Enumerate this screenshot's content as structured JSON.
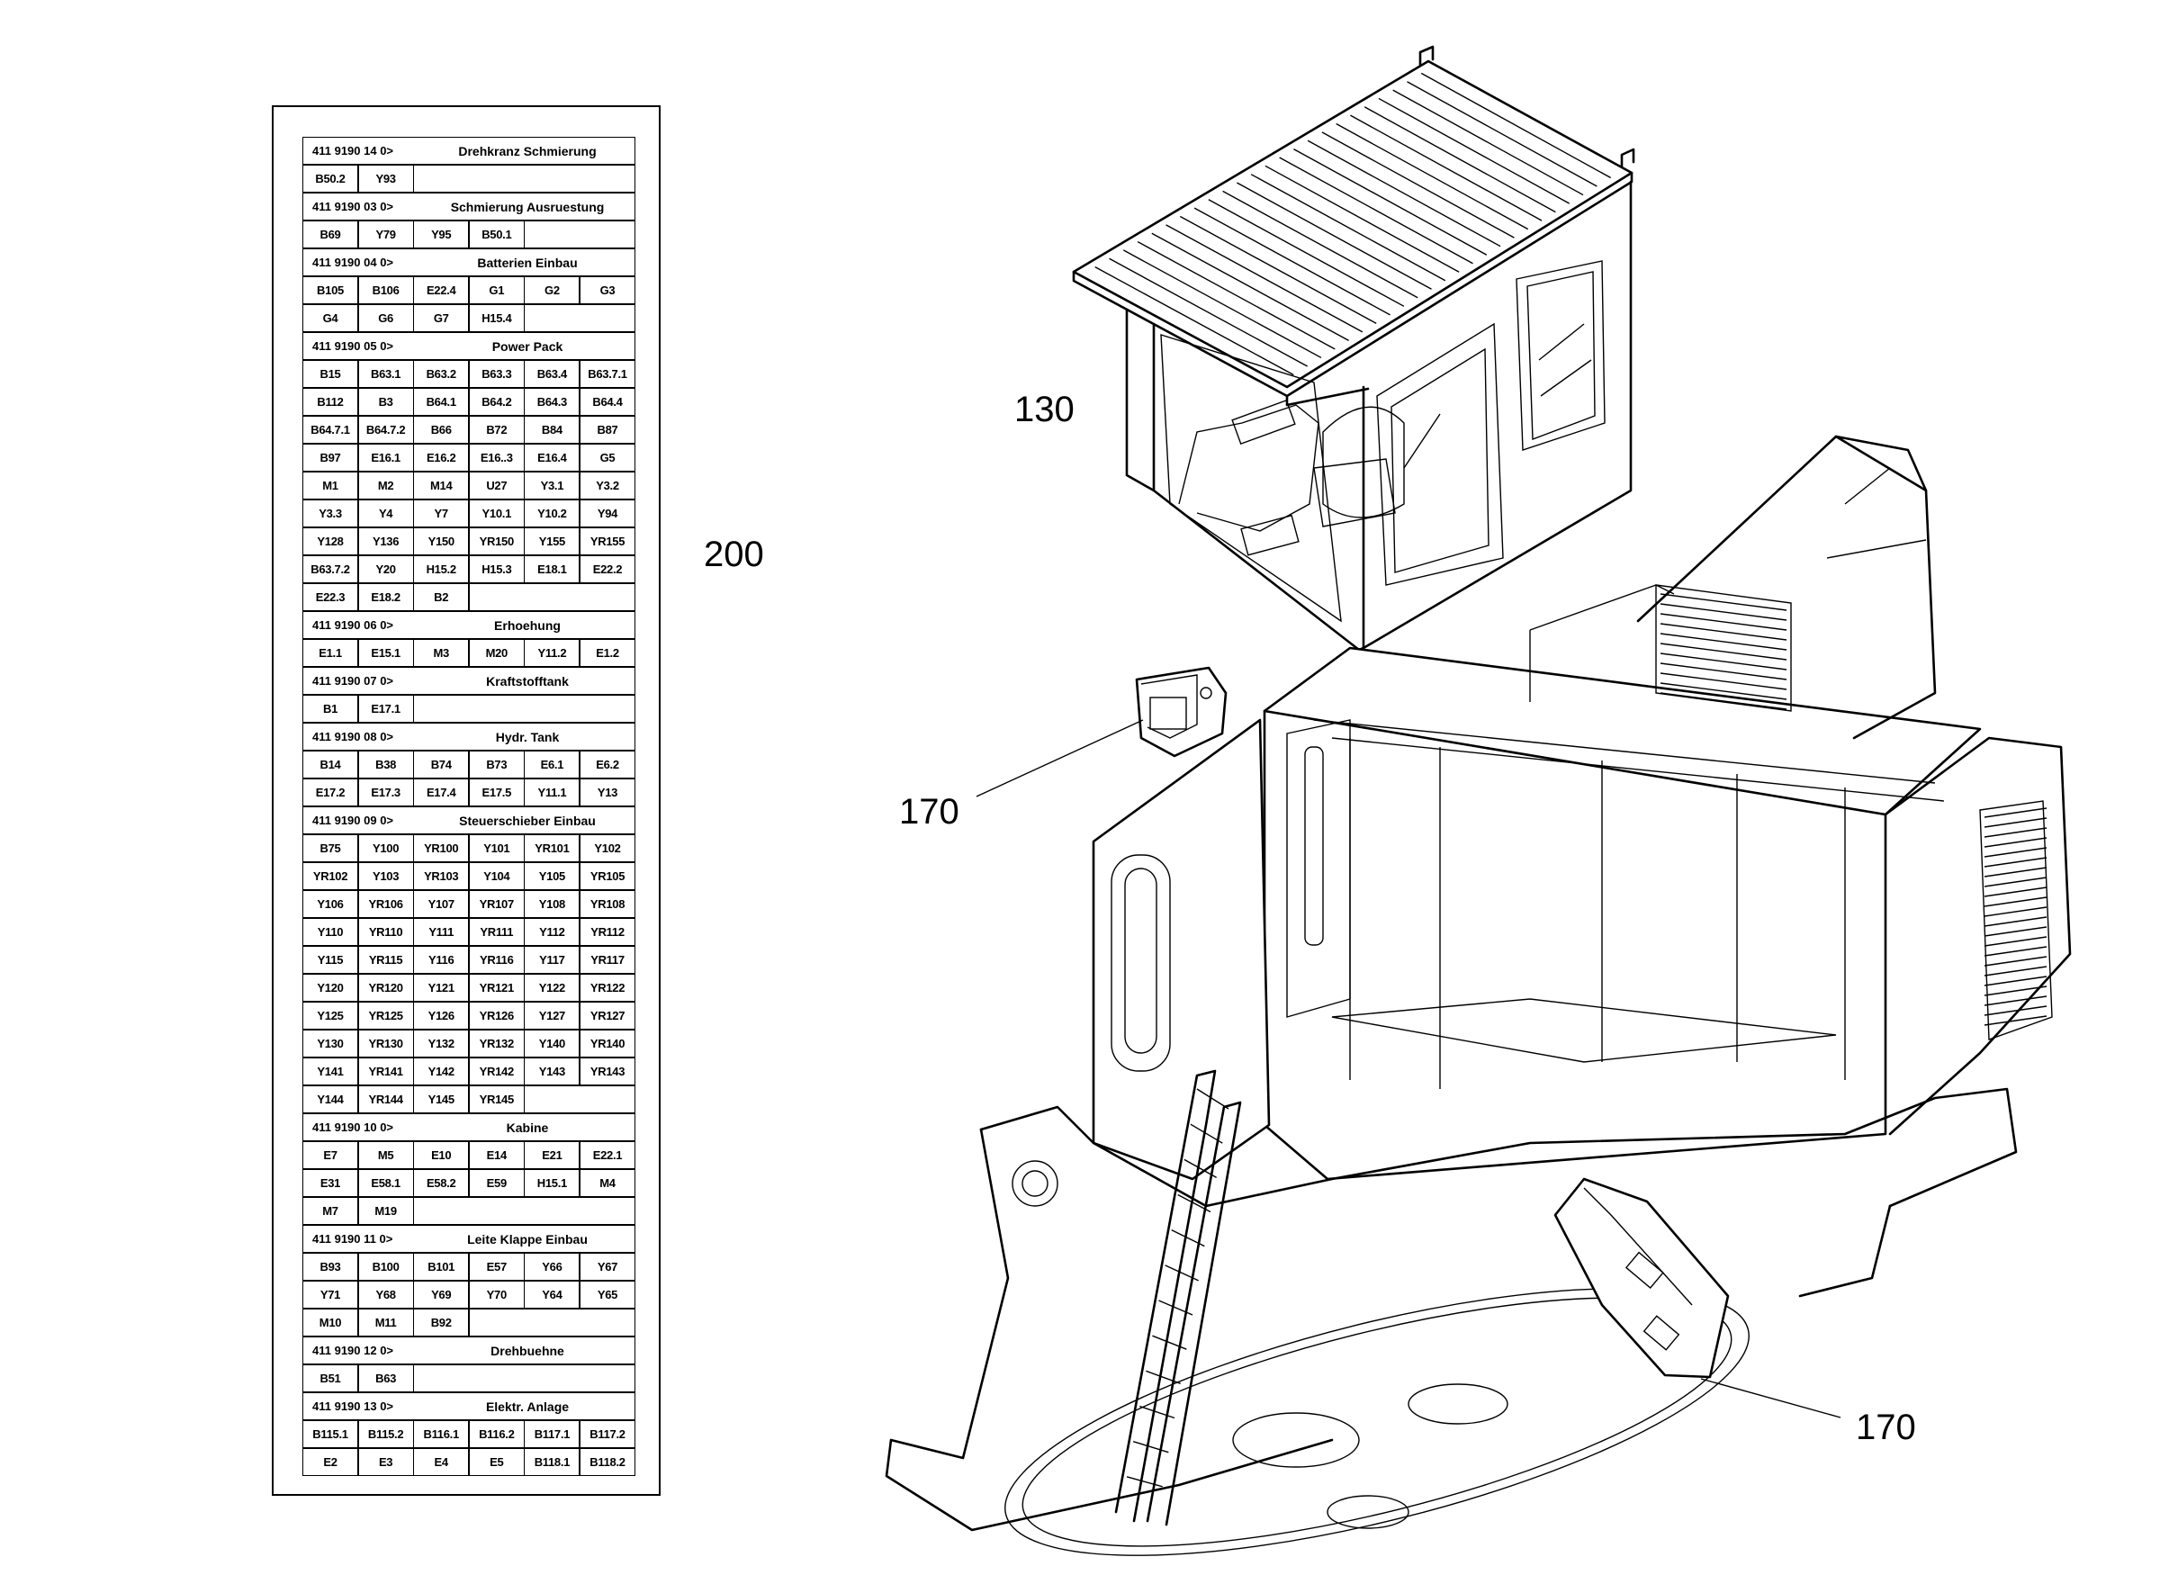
{
  "callouts": {
    "c130": "130",
    "c200": "200",
    "c170a": "170",
    "c170b": "170"
  },
  "legend": {
    "groups": [
      {
        "part": "411 9190 14 0>",
        "title": "Drehkranz Schmierung",
        "rows": [
          [
            "B50.2",
            "Y93"
          ]
        ]
      },
      {
        "part": "411 9190 03 0>",
        "title": "Schmierung Ausruestung",
        "rows": [
          [
            "B69",
            "Y79",
            "Y95",
            "B50.1"
          ]
        ]
      },
      {
        "part": "411 9190 04 0>",
        "title": "Batterien Einbau",
        "rows": [
          [
            "B105",
            "B106",
            "E22.4",
            "G1",
            "G2",
            "G3"
          ],
          [
            "G4",
            "G6",
            "G7",
            "H15.4"
          ]
        ]
      },
      {
        "part": "411 9190 05 0>",
        "title": "Power Pack",
        "rows": [
          [
            "B15",
            "B63.1",
            "B63.2",
            "B63.3",
            "B63.4",
            "B63.7.1"
          ],
          [
            "B112",
            "B3",
            "B64.1",
            "B64.2",
            "B64.3",
            "B64.4"
          ],
          [
            "B64.7.1",
            "B64.7.2",
            "B66",
            "B72",
            "B84",
            "B87"
          ],
          [
            "B97",
            "E16.1",
            "E16.2",
            "E16..3",
            "E16.4",
            "G5"
          ],
          [
            "M1",
            "M2",
            "M14",
            "U27",
            "Y3.1",
            "Y3.2"
          ],
          [
            "Y3.3",
            "Y4",
            "Y7",
            "Y10.1",
            "Y10.2",
            "Y94"
          ],
          [
            "Y128",
            "Y136",
            "Y150",
            "YR150",
            "Y155",
            "YR155"
          ],
          [
            "B63.7.2",
            "Y20",
            "H15.2",
            "H15.3",
            "E18.1",
            "E22.2"
          ],
          [
            "E22.3",
            "E18.2",
            "B2"
          ]
        ]
      },
      {
        "part": "411 9190 06 0>",
        "title": "Erhoehung",
        "rows": [
          [
            "E1.1",
            "E15.1",
            "M3",
            "M20",
            "Y11.2",
            "E1.2"
          ]
        ]
      },
      {
        "part": "411 9190 07 0>",
        "title": "Kraftstofftank",
        "rows": [
          [
            "B1",
            "E17.1"
          ]
        ]
      },
      {
        "part": "411 9190 08 0>",
        "title": "Hydr. Tank",
        "rows": [
          [
            "B14",
            "B38",
            "B74",
            "B73",
            "E6.1",
            "E6.2"
          ],
          [
            "E17.2",
            "E17.3",
            "E17.4",
            "E17.5",
            "Y11.1",
            "Y13"
          ]
        ]
      },
      {
        "part": "411 9190 09 0>",
        "title": "Steuerschieber Einbau",
        "rows": [
          [
            "B75",
            "Y100",
            "YR100",
            "Y101",
            "YR101",
            "Y102"
          ],
          [
            "YR102",
            "Y103",
            "YR103",
            "Y104",
            "Y105",
            "YR105"
          ],
          [
            "Y106",
            "YR106",
            "Y107",
            "YR107",
            "Y108",
            "YR108"
          ],
          [
            "Y110",
            "YR110",
            "Y111",
            "YR111",
            "Y112",
            "YR112"
          ],
          [
            "Y115",
            "YR115",
            "Y116",
            "YR116",
            "Y117",
            "YR117"
          ],
          [
            "Y120",
            "YR120",
            "Y121",
            "YR121",
            "Y122",
            "YR122"
          ],
          [
            "Y125",
            "YR125",
            "Y126",
            "YR126",
            "Y127",
            "YR127"
          ],
          [
            "Y130",
            "YR130",
            "Y132",
            "YR132",
            "Y140",
            "YR140"
          ],
          [
            "Y141",
            "YR141",
            "Y142",
            "YR142",
            "Y143",
            "YR143"
          ],
          [
            "Y144",
            "YR144",
            "Y145",
            "YR145"
          ]
        ]
      },
      {
        "part": "411 9190 10 0>",
        "title": "Kabine",
        "rows": [
          [
            "E7",
            "M5",
            "E10",
            "E14",
            "E21",
            "E22.1"
          ],
          [
            "E31",
            "E58.1",
            "E58.2",
            "E59",
            "H15.1",
            "M4"
          ],
          [
            "M7",
            "M19"
          ]
        ]
      },
      {
        "part": "411 9190 11 0>",
        "title": "Leite Klappe Einbau",
        "rows": [
          [
            "B93",
            "B100",
            "B101",
            "E57",
            "Y66",
            "Y67"
          ],
          [
            "Y71",
            "Y68",
            "Y69",
            "Y70",
            "Y64",
            "Y65"
          ],
          [
            "M10",
            "M11",
            "B92"
          ]
        ]
      },
      {
        "part": "411 9190 12 0>",
        "title": "Drehbuehne",
        "rows": [
          [
            "B51",
            "B63"
          ]
        ]
      },
      {
        "part": "411 9190 13 0>",
        "title": "Elektr. Anlage",
        "rows": [
          [
            "B115.1",
            "B115.2",
            "B116.1",
            "B116.2",
            "B117.1",
            "B117.2"
          ],
          [
            "E2",
            "E3",
            "E4",
            "E5",
            "B118.1",
            "B118.2"
          ]
        ]
      }
    ]
  }
}
